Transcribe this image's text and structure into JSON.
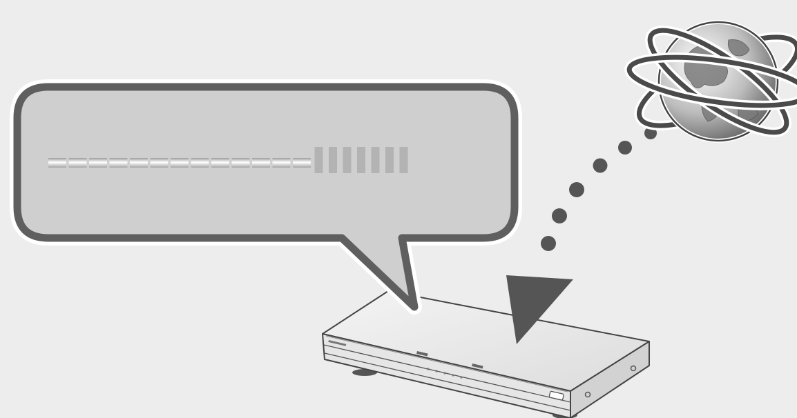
{
  "colors": {
    "background": "#ededed",
    "bubble_fill": "#cfcfcf",
    "bubble_stroke": "#5f5f5f",
    "bubble_halo": "#ffffff",
    "progress_done": "#f2f2f2",
    "progress_pending": "#b3b3b3",
    "arrow": "#555555",
    "device_body": "#eeeeee",
    "device_outline": "#444444",
    "globe": "#9a9a9a",
    "orbit": "#4a4a4a"
  },
  "icons": {
    "speech_bubble": "speech-bubble-icon",
    "globe": "globe-icon",
    "download_arrow": "dotted-curved-arrow-icon",
    "device": "set-top-box-icon"
  },
  "progress": {
    "segments_total": 20,
    "segments_completed": 13,
    "fraction_complete": 0.65
  }
}
